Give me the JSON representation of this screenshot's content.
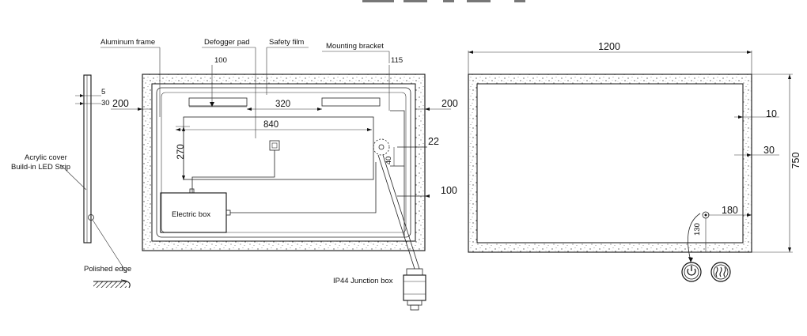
{
  "labels": {
    "aluminum_frame": "Aluminum frame",
    "defogger_pad": "Defogger pad",
    "safety_film": "Safety film",
    "mounting_bracket": "Mounting bracket",
    "acrylic_cover": "Acrylic cover",
    "led_strip": "Build-in LED Strip",
    "polished_edge": "Polished edge",
    "electric_box": "Electric box",
    "junction_box": "IP44 Junction box"
  },
  "side_view": {
    "dim_5": "5",
    "dim_30": "30"
  },
  "back_view": {
    "dim_200_left": "200",
    "dim_100_top": "100",
    "dim_320": "320",
    "dim_115": "115",
    "dim_840": "840",
    "dim_270": "270",
    "dim_200_right": "200",
    "dim_22": "22",
    "dim_40": "40",
    "dim_100_right": "100"
  },
  "front_view": {
    "dim_1200": "1200",
    "dim_750": "750",
    "dim_10": "10",
    "dim_30": "30",
    "dim_180": "180",
    "dim_130": "130"
  },
  "icons": [
    "power-touch-icon",
    "defog-heat-icon"
  ]
}
